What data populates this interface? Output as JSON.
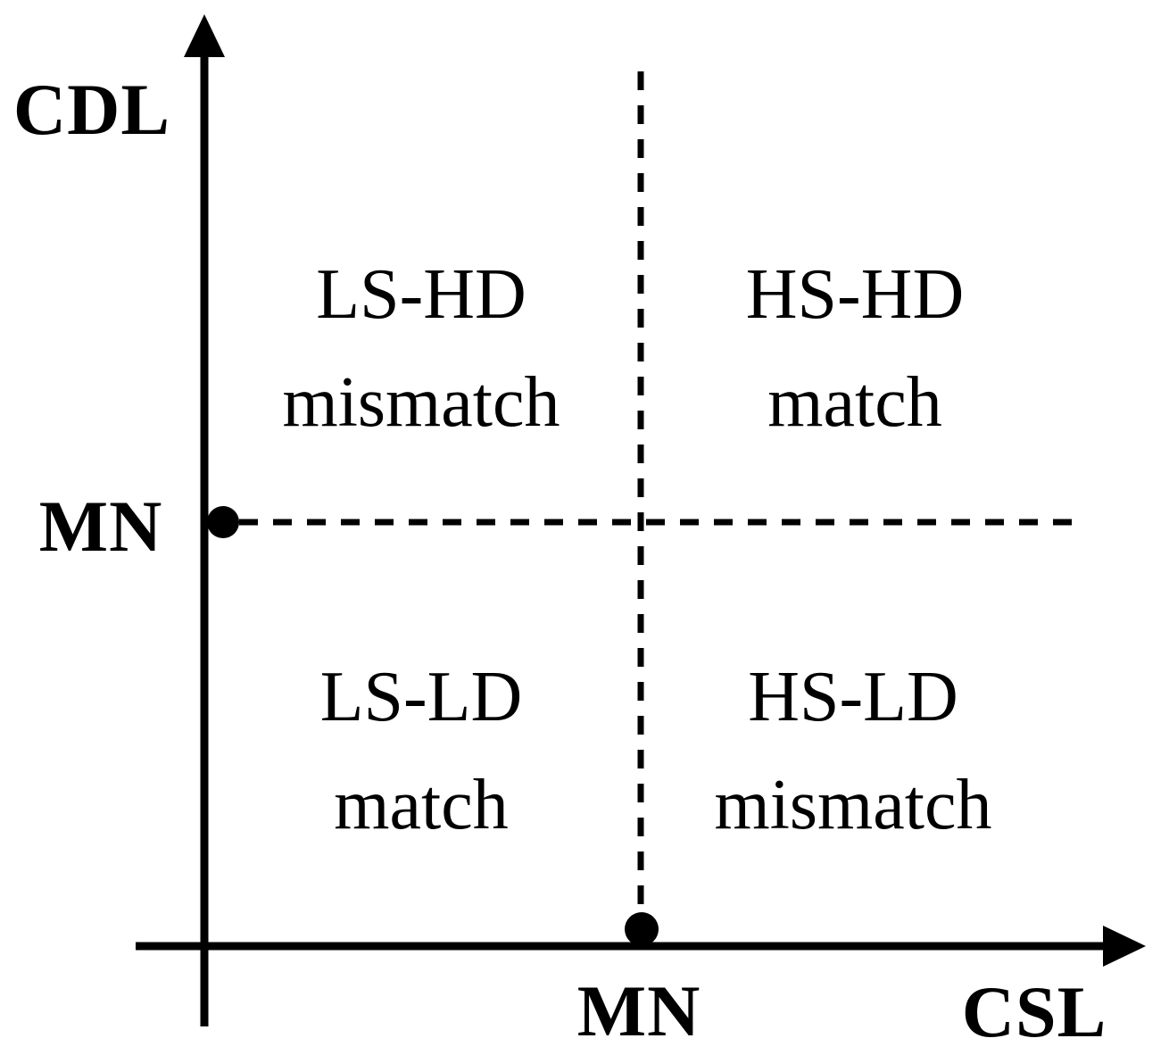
{
  "diagram": {
    "type": "quadrant-diagram",
    "y_axis": {
      "label": "CDL",
      "threshold_label": "MN"
    },
    "x_axis": {
      "label": "CSL",
      "threshold_label": "MN"
    },
    "quadrants": [
      {
        "position": "top-left",
        "line1": "LS-HD",
        "line2": "mismatch"
      },
      {
        "position": "top-right",
        "line1": "HS-HD",
        "line2": "match"
      },
      {
        "position": "bottom-left",
        "line1": "LS-LD",
        "line2": "match"
      },
      {
        "position": "bottom-right",
        "line1": "HS-LD",
        "line2": "mismatch"
      }
    ],
    "markers": [
      {
        "name": "mn-dot-on-y-axis"
      },
      {
        "name": "mn-dot-on-x-axis"
      }
    ],
    "colors": {
      "foreground": "#000000",
      "background": "#ffffff"
    }
  }
}
